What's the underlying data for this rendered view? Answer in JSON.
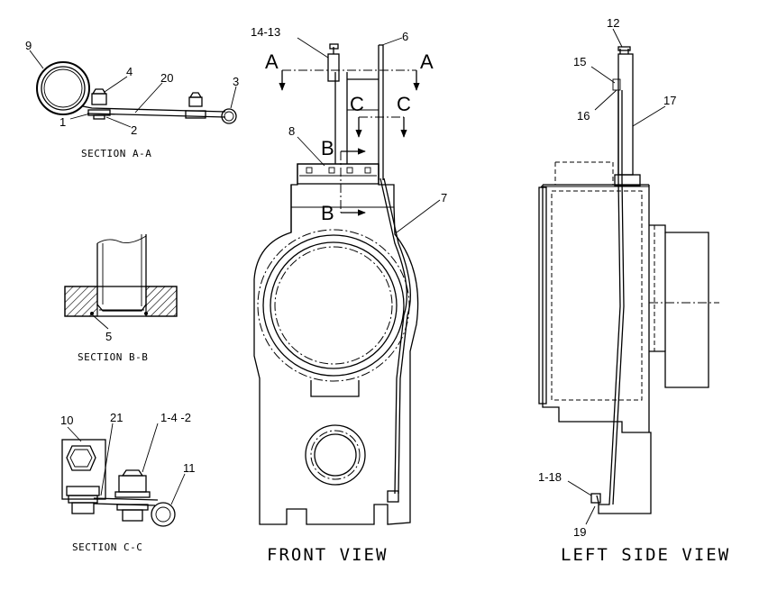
{
  "views": {
    "section_aa": "SECTION A-A",
    "section_bb": "SECTION B-B",
    "section_cc": "SECTION C-C",
    "front": "FRONT VIEW",
    "left_side": "LEFT SIDE VIEW"
  },
  "cut_markers": {
    "a": "A",
    "b": "B",
    "c": "C"
  },
  "callouts": {
    "c1": "1",
    "c2": "2",
    "c3": "3",
    "c4": "4",
    "c5": "5",
    "c6": "6",
    "c7": "7",
    "c8": "8",
    "c9": "9",
    "c10": "10",
    "c11": "11",
    "c12": "12",
    "c14_13": "14-13",
    "c15": "15",
    "c16": "16",
    "c17": "17",
    "c1_18": "1-18",
    "c19": "19",
    "c20": "20",
    "c21": "21",
    "c1_4_2": "1-4 -2"
  }
}
